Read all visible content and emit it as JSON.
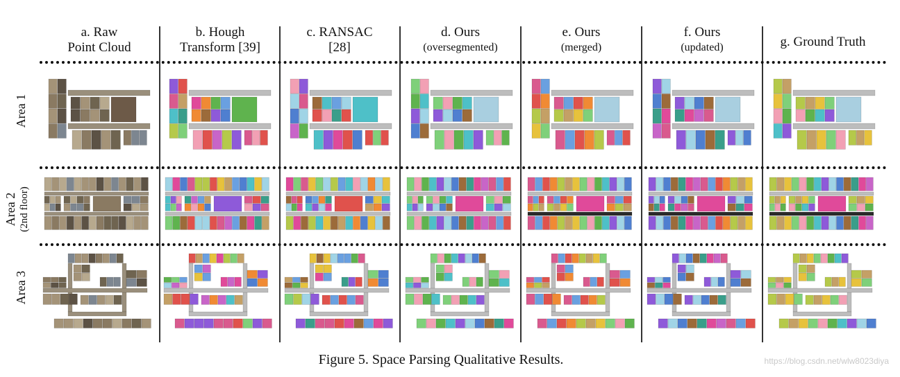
{
  "columns": [
    {
      "id": "a",
      "line1": "a. Raw",
      "line2": "Point Cloud"
    },
    {
      "id": "b",
      "line1": "b. Hough",
      "line2": "Transform [39]"
    },
    {
      "id": "c",
      "line1": "c. RANSAC",
      "line2": "[28]"
    },
    {
      "id": "d",
      "line1": "d. Ours",
      "line2": "(oversegmented)"
    },
    {
      "id": "e",
      "line1": "e. Ours",
      "line2": "(merged)"
    },
    {
      "id": "f",
      "line1": "f. Ours",
      "line2": "(updated)"
    },
    {
      "id": "g",
      "line1": "g. Ground Truth",
      "line2": ""
    }
  ],
  "rows": [
    {
      "id": "area1",
      "label": "Area 1",
      "sub": ""
    },
    {
      "id": "area2",
      "label": "Area 2",
      "sub": "(2nd floor)"
    },
    {
      "id": "area3",
      "label": "Area 3",
      "sub": ""
    }
  ],
  "caption": "Figure 5. Space Parsing Qualitative Results.",
  "watermark": "https://blog.csdn.net/wlw8023diya",
  "palette": {
    "raw": [
      "#8a7a62",
      "#6f6450",
      "#a49378",
      "#5c5245",
      "#b7a98e",
      "#7d8690"
    ],
    "segment": [
      "#5fb34e",
      "#e0524c",
      "#4f7fd0",
      "#e7c23c",
      "#c865c8",
      "#4ec0c8",
      "#f08a34",
      "#9c6b3a",
      "#7fd07a",
      "#d95a8e",
      "#8e5ad9",
      "#b5c94a",
      "#3a9e8a",
      "#f2a0b4",
      "#6aa0e0",
      "#a0d4e6",
      "#c4a066",
      "#e04a9a"
    ],
    "corridor": "#bdbdbd"
  }
}
